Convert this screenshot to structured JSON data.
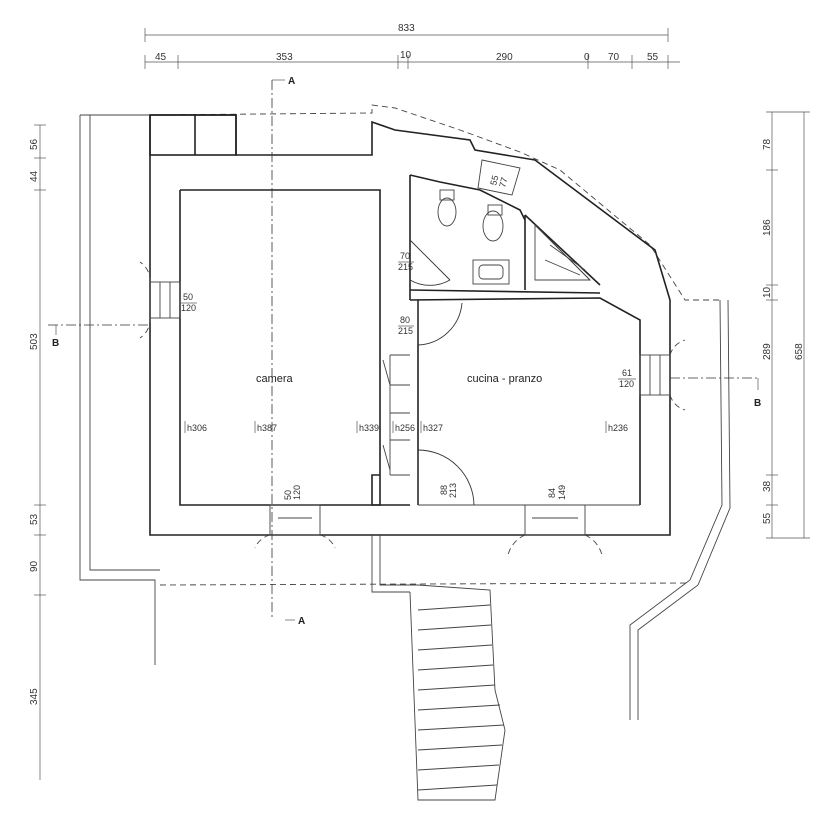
{
  "top_dimensions": {
    "overall": "833",
    "segments": [
      "45",
      "353",
      "10",
      "290",
      "0",
      "70",
      "55"
    ]
  },
  "left_dimensions": [
    "56",
    "44",
    "503",
    "53",
    "90",
    "345"
  ],
  "right_dimensions": {
    "overall": "658",
    "segments": [
      "78",
      "186",
      "10",
      "289",
      "38",
      "55"
    ]
  },
  "sections": {
    "a_top": "A",
    "a_bottom": "A",
    "b_left": "B",
    "b_right": "B"
  },
  "rooms": {
    "camera": "camera",
    "kitchen": "cucina - pranzo"
  },
  "openings": {
    "bath_door": {
      "w": "70",
      "h": "215"
    },
    "camera_door": {
      "w": "80",
      "h": "215"
    },
    "west_window": {
      "w": "50",
      "h": "120"
    },
    "south_window_camera": {
      "w": "50",
      "h": "120"
    },
    "kitchen_door": {
      "w": "88",
      "h": "213"
    },
    "south_window_kitchen": {
      "w": "84",
      "h": "149"
    },
    "east_window": {
      "w": "61",
      "h": "120"
    },
    "bath_window": {
      "w": "55",
      "h": "77"
    }
  },
  "heights": [
    "h306",
    "h387",
    "h339",
    "h256",
    "h327",
    "h236"
  ]
}
